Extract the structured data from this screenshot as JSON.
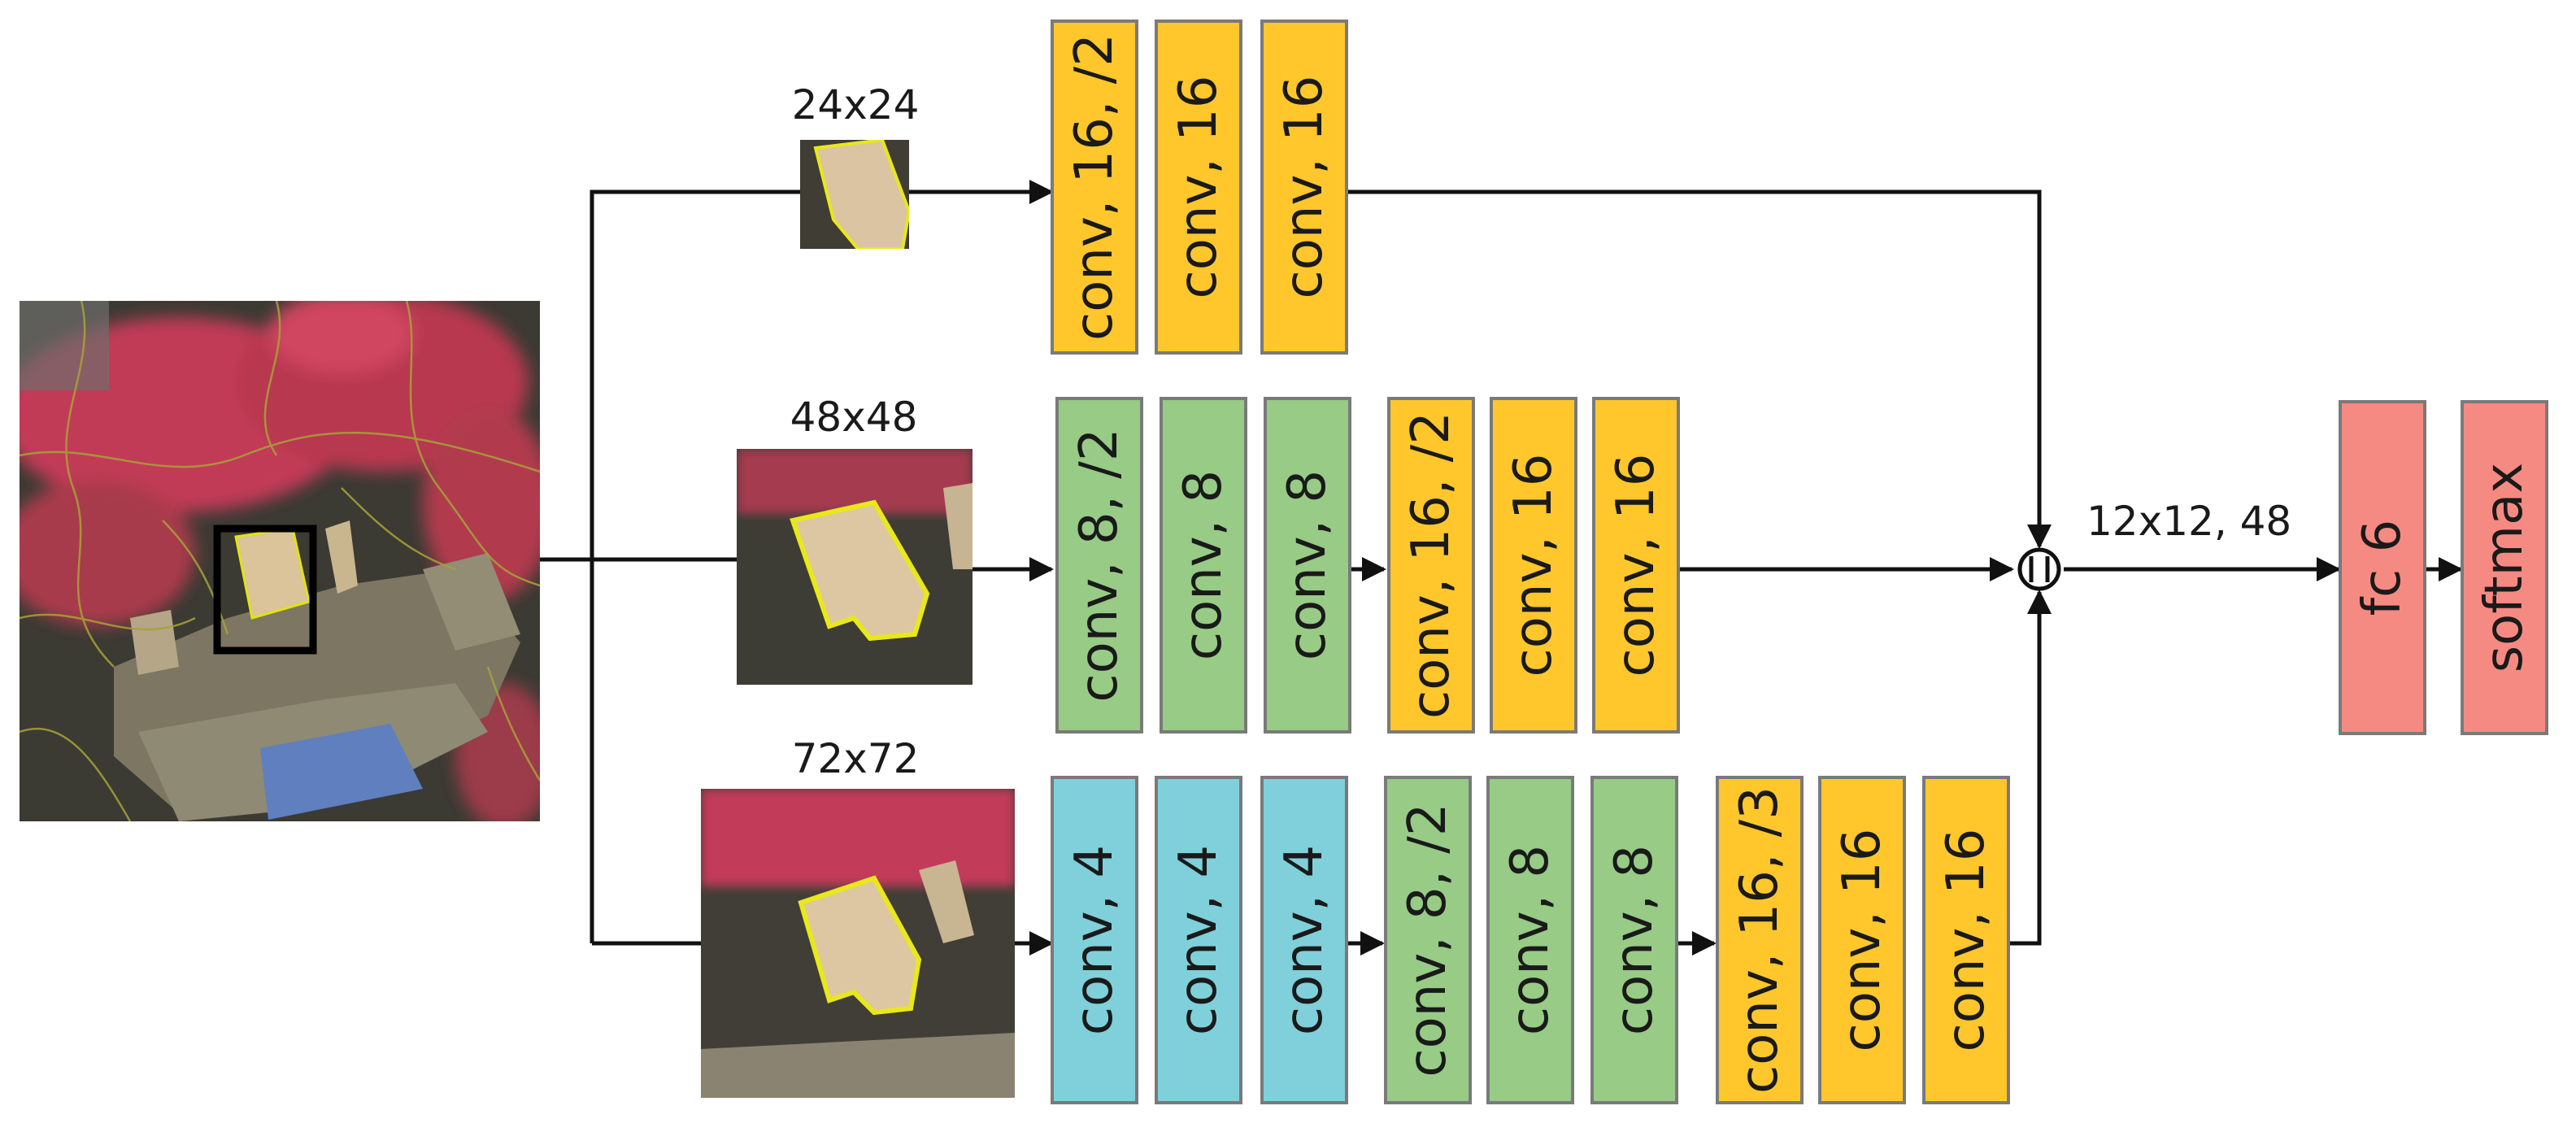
{
  "colors": {
    "yellow": "#FFC72C",
    "green": "#97CB86",
    "cyan": "#7FD0DA",
    "salmon": "#F58A82",
    "box_border": "#7a7a7a",
    "line": "#111111"
  },
  "patch_labels": {
    "top": "24x24",
    "middle": "48x48",
    "bottom": "72x72"
  },
  "merge": {
    "symbol": "concat-icon",
    "output_label": "12x12, 48"
  },
  "branches": {
    "top": [
      {
        "label": "conv, 16, /2",
        "color": "yellow"
      },
      {
        "label": "conv, 16",
        "color": "yellow"
      },
      {
        "label": "conv, 16",
        "color": "yellow"
      }
    ],
    "middle": [
      {
        "label": "conv, 8, /2",
        "color": "green"
      },
      {
        "label": "conv, 8",
        "color": "green"
      },
      {
        "label": "conv, 8",
        "color": "green"
      },
      {
        "label": "conv, 16, /2",
        "color": "yellow"
      },
      {
        "label": "conv, 16",
        "color": "yellow"
      },
      {
        "label": "conv, 16",
        "color": "yellow"
      }
    ],
    "bottom": [
      {
        "label": "conv, 4",
        "color": "cyan"
      },
      {
        "label": "conv, 4",
        "color": "cyan"
      },
      {
        "label": "conv, 4",
        "color": "cyan"
      },
      {
        "label": "conv, 8, /2",
        "color": "green"
      },
      {
        "label": "conv, 8",
        "color": "green"
      },
      {
        "label": "conv, 8",
        "color": "green"
      },
      {
        "label": "conv, 16, /3",
        "color": "yellow"
      },
      {
        "label": "conv, 16",
        "color": "yellow"
      },
      {
        "label": "conv, 16",
        "color": "yellow"
      }
    ]
  },
  "head": [
    {
      "label": "fc 6",
      "color": "salmon"
    },
    {
      "label": "softmax",
      "color": "salmon"
    }
  ]
}
